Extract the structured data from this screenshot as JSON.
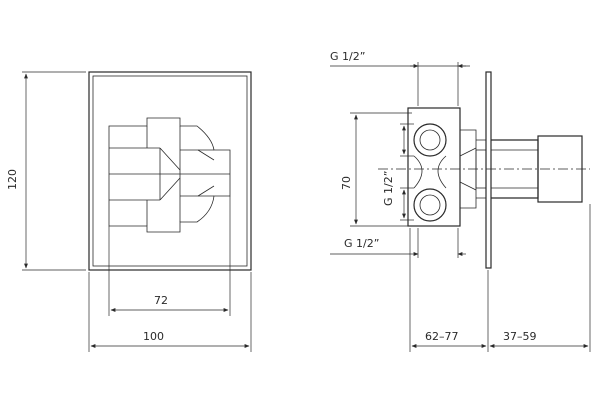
{
  "front_view": {
    "width_label": "100",
    "height_label": "120",
    "inner_label": "72"
  },
  "side_view": {
    "thread_top": "G 1/2”",
    "thread_bottom": "G 1/2”",
    "thread_side": "G 1/2”",
    "port_spacing": "70",
    "depth_body": "62–77",
    "depth_handle": "37–59"
  },
  "colors": {
    "line": "#2a2a2a",
    "background": "#ffffff"
  }
}
